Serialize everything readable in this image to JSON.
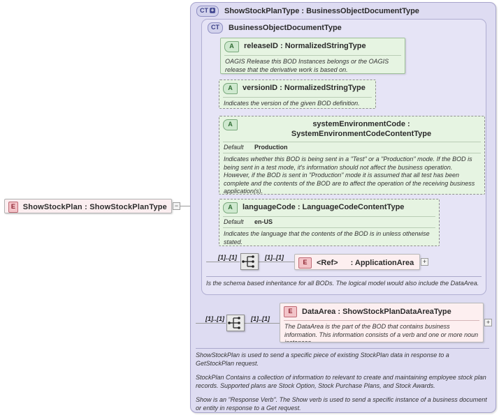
{
  "diagram": {
    "kind": "xsd-schema-diagram",
    "root_element": {
      "badge": "E",
      "label": "ShowStockPlan : ShowStockPlanType",
      "collapse_toggle": "−"
    },
    "outer_type": {
      "badge": "CT",
      "badge_plus": "+",
      "label": "ShowStockPlanType : BusinessObjectDocumentType"
    },
    "inner_type": {
      "badge": "CT",
      "label": "BusinessObjectDocumentType",
      "documentation": "Is the schema based inheritance for all BODs. The logical model would also include the DataArea."
    },
    "attributes": [
      {
        "badge": "A",
        "name": "releaseID : NormalizedStringType",
        "required": true,
        "documentation": "OAGIS Release this BOD Instances belongs or the OAGIS release that the derivative work is based on."
      },
      {
        "badge": "A",
        "name": "versionID : NormalizedStringType",
        "required": false,
        "documentation": "Indicates the version of the given BOD definition."
      },
      {
        "badge": "A",
        "name": "systemEnvironmentCode : SystemEnvironmentCodeContentType",
        "required": false,
        "default_label": "Default",
        "default_value": "Production",
        "documentation": "Indicates whether this BOD is being sent in a \"Test\" or a \"Production\" mode. If the BOD is being sent in a test mode, it's information should not affect the business operation. However, if the BOD is sent in \"Production\" mode it is assumed that all test has been complete and the contents of the BOD are to affect the operation of the receiving business application(s)."
      },
      {
        "badge": "A",
        "name": "languageCode : LanguageCodeContentType",
        "required": false,
        "default_label": "Default",
        "default_value": "en-US",
        "documentation": "Indicates the language that the contents of the BOD is in unless otherwise stated."
      }
    ],
    "children": [
      {
        "badge": "E",
        "name_prefix": "<Ref>",
        "name_suffix": ": ApplicationArea",
        "cardinality_left": "[1]..[1]",
        "cardinality_right": "[1]..[1]",
        "compositor": "sequence",
        "expander": "+"
      },
      {
        "badge": "E",
        "name": "DataArea : ShowStockPlanDataAreaType",
        "cardinality_left": "[1]..[1]",
        "cardinality_right": "[1]..[1]",
        "compositor": "sequence",
        "expander": "+",
        "documentation": "The DataArea is the part of the BOD that contains business information. This information consists of a verb and one or more noun instances."
      }
    ],
    "root_documentation": [
      "ShowStockPlan is used to send a specific piece of existing StockPlan data in response to a GetStockPlan request.",
      "StockPlan  Contains a collection of information to relevant to create and maintaining employee stock plan records. Supported plans are Stock Option, Stock Purchase Plans, and Stock Awards.",
      "Show is an \"Response Verb\". The Show verb is used to send a specific instance of a business document or entity in response to a Get request."
    ]
  },
  "colors": {
    "container_outer": "#dedcf2",
    "container_inner": "#e6e4f6",
    "attribute_box": "#e6f4e2",
    "element_box": "#fdeff0",
    "connector": "#9a9a9a"
  }
}
